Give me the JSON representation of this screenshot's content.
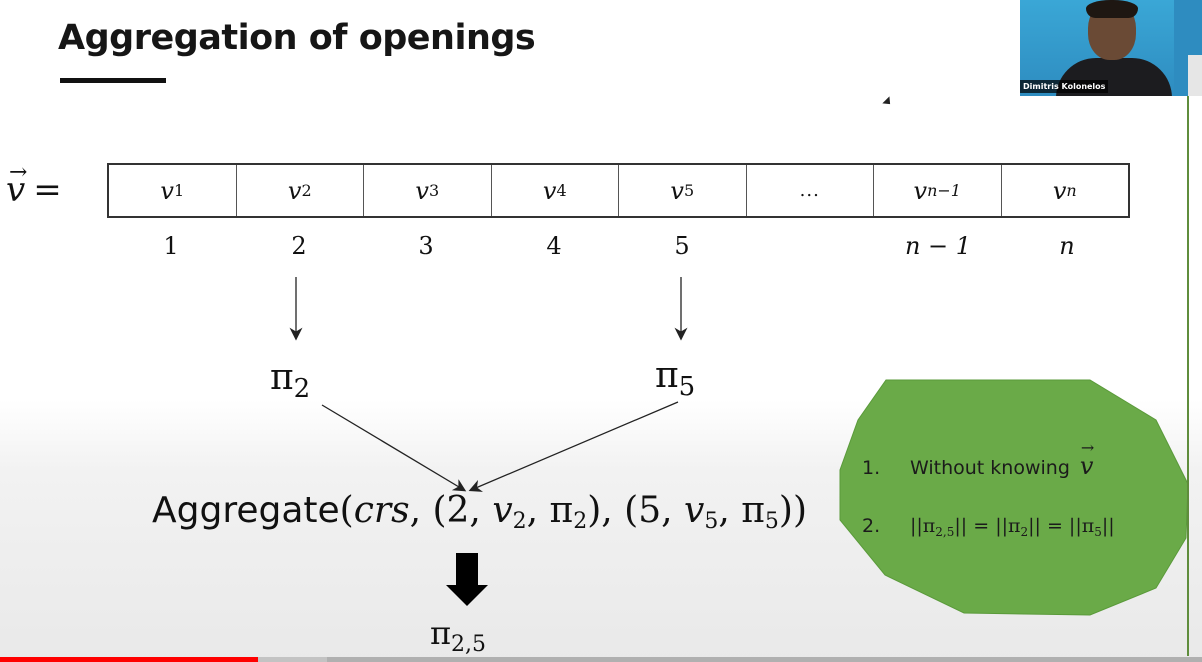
{
  "slide": {
    "title": "Aggregation of openings",
    "vector_symbol": "v",
    "vector_arrow": "→",
    "equals": "=",
    "cells": [
      {
        "base": "v",
        "sub": "1"
      },
      {
        "base": "v",
        "sub": "2"
      },
      {
        "base": "v",
        "sub": "3"
      },
      {
        "base": "v",
        "sub": "4"
      },
      {
        "base": "v",
        "sub": "5"
      },
      {
        "base": "...",
        "sub": ""
      },
      {
        "base": "v",
        "sub": "n−1"
      },
      {
        "base": "v",
        "sub": "n"
      }
    ],
    "indices": [
      "1",
      "2",
      "3",
      "4",
      "5",
      "",
      "n − 1",
      "n"
    ],
    "proof_left": {
      "symbol": "π",
      "sub": "2"
    },
    "proof_right": {
      "symbol": "π",
      "sub": "5"
    },
    "aggregate": {
      "func": "Aggregate",
      "crs": "crs",
      "open_paren": "(",
      "sep": ", ",
      "close_paren": ")",
      "tuple1": {
        "index": "2",
        "v": "v",
        "v_sub": "2",
        "pi": "π",
        "pi_sub": "2"
      },
      "tuple2": {
        "index": "5",
        "v": "v",
        "v_sub": "5",
        "pi": "π",
        "pi_sub": "5"
      }
    },
    "result": {
      "symbol": "π",
      "sub": "2,5"
    },
    "properties": {
      "item1_number": "1.",
      "item1_text": "Without knowing",
      "item1_vec": "v",
      "item2_number": "2.",
      "item2_lhs": "||π",
      "item2_lhs_sub": "2,5",
      "item2_eq1": "|| = ||π",
      "item2_mid_sub": "2",
      "item2_eq2": "|| = ||π",
      "item2_rhs_sub": "5",
      "item2_end": "||"
    },
    "colors": {
      "octagon_fill": "#6aaa48",
      "octagon_stroke": "#5a9a3a",
      "accent_border": "#5f8d3c"
    }
  },
  "video": {
    "presenter_name": "Dimitris Kolonelos",
    "progress_played": 0.215,
    "progress_buffered": 0.272,
    "progress_color": "#ff0000"
  }
}
